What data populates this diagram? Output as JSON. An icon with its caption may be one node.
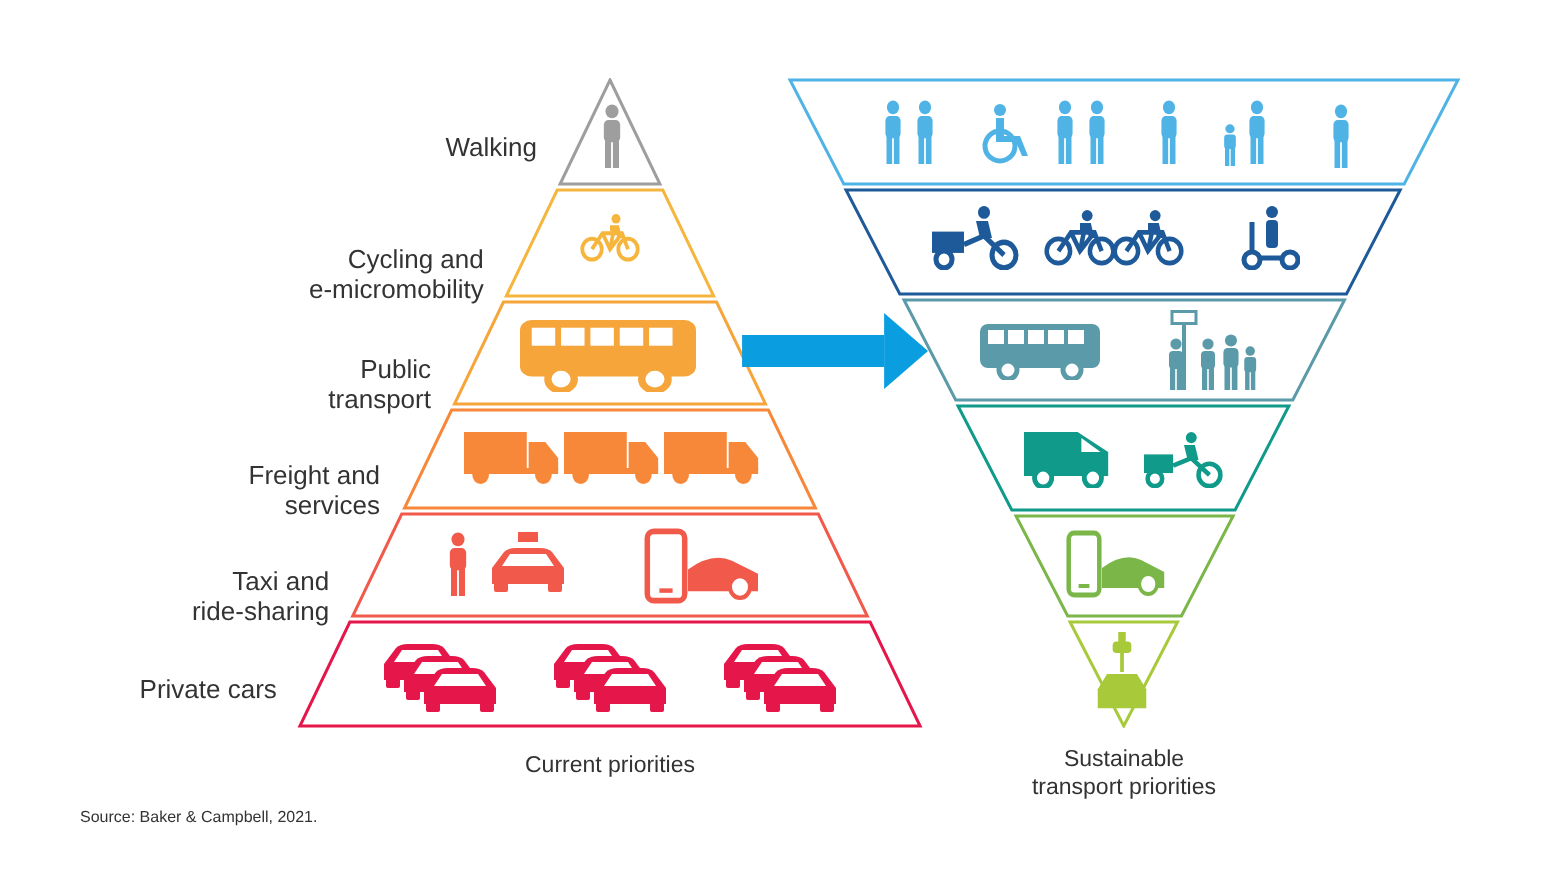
{
  "diagram": {
    "nodes": [
      {
        "text": [
          "Walking"
        ]
      },
      {
        "text": [
          "Cycling and e-micromobility"
        ]
      },
      {
        "text": [
          "Public transport"
        ]
      },
      {
        "text": [
          "Freight and services"
        ]
      },
      {
        "text": [
          "Taxi and ride-sharing"
        ]
      },
      {
        "text": [
          "Private cars"
        ]
      },
      {
        "text": [],
        "shape": "trapezoid"
      },
      {
        "text": [],
        "shape": "trapezoid"
      },
      {
        "text": [],
        "shape": "trapezoid"
      },
      {
        "text": [],
        "shape": "trapezoid"
      },
      {
        "text": [],
        "shape": "trapezoid"
      },
      {
        "text": [],
        "shape": "trapezoid"
      }
    ],
    "edges": [
      {
        "from": 2,
        "to": 8,
        "arrow": "to"
      }
    ],
    "labels": [
      "Current priorities",
      "Sustainable transport priorities",
      "Source: Baker & Campbell, 2021."
    ]
  }
}
